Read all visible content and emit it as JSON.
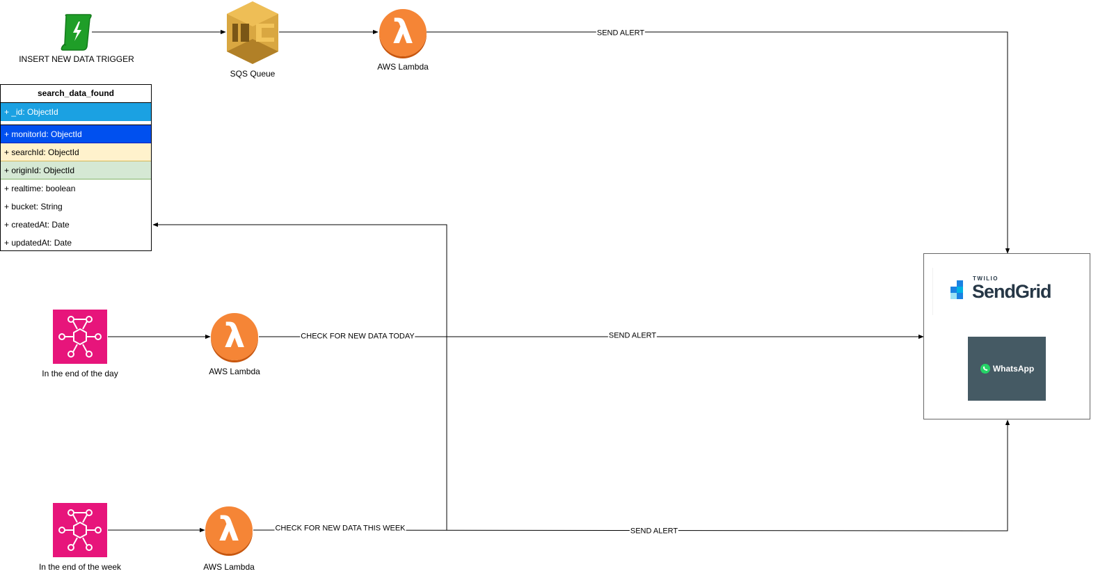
{
  "nodes": {
    "trigger": {
      "label": "INSERT NEW DATA TRIGGER"
    },
    "sqs": {
      "label": "SQS Queue"
    },
    "lambda_top": {
      "label": "AWS Lambda"
    },
    "lambda_day": {
      "label": "AWS Lambda"
    },
    "lambda_week": {
      "label": "AWS Lambda"
    },
    "event_day": {
      "label": "In the end of the day"
    },
    "event_week": {
      "label": "In the end of the week"
    },
    "sendgrid": {
      "small": "TWILIO",
      "big": "SendGrid"
    },
    "whatsapp": {
      "label": "WhatsApp"
    }
  },
  "edges": {
    "send_alert_top": "SEND ALERT",
    "check_today": "CHECK FOR NEW DATA TODAY",
    "send_alert_mid": "SEND ALERT",
    "check_week": "CHECK FOR NEW DATA THIS WEEK",
    "send_alert_bottom": "SEND ALERT"
  },
  "table": {
    "title": "search_data_found",
    "primary": "+ _id: ObjectId",
    "fields": [
      "+ monitorId: ObjectId",
      "+ searchId: ObjectId",
      "+ originId: ObjectId",
      "+ realtime: boolean",
      "+ bucket: String",
      "+ createdAt: Date",
      "+ updatedAt: Date"
    ]
  },
  "colors": {
    "primary_row": "#1ba1e2",
    "monitor_row": "#0050ef",
    "search_row": "#fff2cc",
    "origin_row": "#d5e8d4",
    "lambda": "#f58536",
    "eventbridge": "#e7157b",
    "sqs": "#d9a741",
    "trigger": "#1f9e28",
    "whatsapp_bg": "#455a64"
  }
}
